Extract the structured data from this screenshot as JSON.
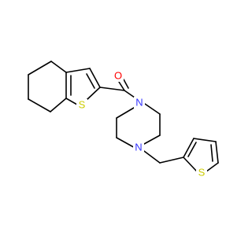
{
  "molecule": {
    "atoms": {
      "o1": {
        "symbol": "O",
        "color": "#FF0000"
      },
      "s1": {
        "symbol": "S",
        "color": "#CCCC00"
      },
      "n1": {
        "symbol": "N",
        "color": "#3333FF"
      },
      "n2": {
        "symbol": "N",
        "color": "#3333FF"
      },
      "s2": {
        "symbol": "S",
        "color": "#CCCC00"
      }
    }
  }
}
